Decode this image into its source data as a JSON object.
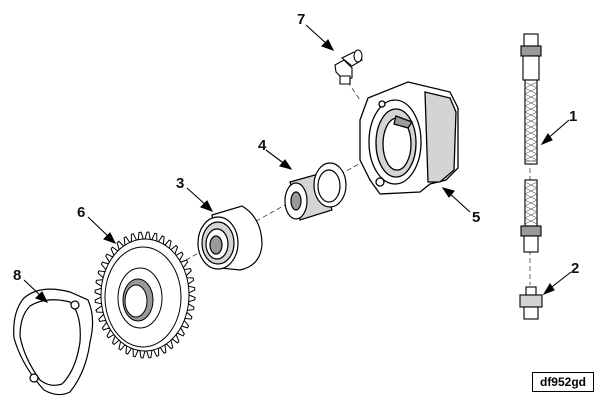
{
  "figure": {
    "reference_code": "df952gd",
    "colors": {
      "line": "#000000",
      "background": "#ffffff",
      "shade": "#9a9a9a",
      "light_shade": "#d4d4d4"
    }
  },
  "callouts": [
    {
      "number": "1",
      "part": "flexible-hose"
    },
    {
      "number": "2",
      "part": "hose-fitting"
    },
    {
      "number": "3",
      "part": "bearing"
    },
    {
      "number": "4",
      "part": "bushing"
    },
    {
      "number": "5",
      "part": "gear-housing"
    },
    {
      "number": "6",
      "part": "idler-gear"
    },
    {
      "number": "7",
      "part": "elbow-fitting"
    },
    {
      "number": "8",
      "part": "gasket"
    }
  ]
}
